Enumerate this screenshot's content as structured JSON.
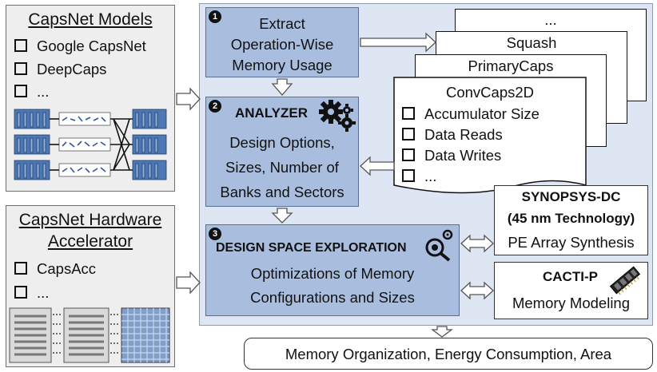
{
  "capsnet_models": {
    "title": "CapsNet Models",
    "items": [
      "Google CapsNet",
      "DeepCaps",
      "..."
    ]
  },
  "hardware": {
    "title_line1": "CapsNet Hardware",
    "title_line2": "Accelerator",
    "items": [
      "CapsAcc",
      "..."
    ]
  },
  "step1": {
    "number": "1",
    "lines": [
      "Extract",
      "Operation-Wise",
      "Memory Usage"
    ]
  },
  "step2": {
    "number": "2",
    "title": "ANALYZER",
    "lines": [
      "Design Options,",
      "Sizes, Number of",
      "Banks and Sectors"
    ]
  },
  "step3": {
    "number": "3",
    "title": "DESIGN SPACE EXPLORATION",
    "lines": [
      "Optimizations of Memory",
      "Configurations and Sizes"
    ]
  },
  "pages": {
    "back": "...",
    "squash": "Squash",
    "primarycaps": "PrimaryCaps",
    "front": {
      "title": "ConvCaps2D",
      "items": [
        "Accumulator Size",
        "Data Reads",
        "Data Writes",
        "..."
      ]
    }
  },
  "synopsys": {
    "title_line1": "SYNOPSYS-DC",
    "title_line2": "(45 nm Technology)",
    "subtitle": "PE Array Synthesis"
  },
  "cacti": {
    "title": "CACTI-P",
    "subtitle": "Memory Modeling"
  },
  "output": {
    "label": "Memory Organization, Energy Consumption, Area"
  },
  "icons": [
    "gears-icon",
    "magnifier-gear-icon",
    "memory-chip-icon",
    "capsnet-network-icon",
    "accelerator-array-icon"
  ],
  "colors": {
    "block_fill": "#a9bedf",
    "panel_fill": "#dde6f2",
    "side_panel_fill": "#eeeeee"
  }
}
